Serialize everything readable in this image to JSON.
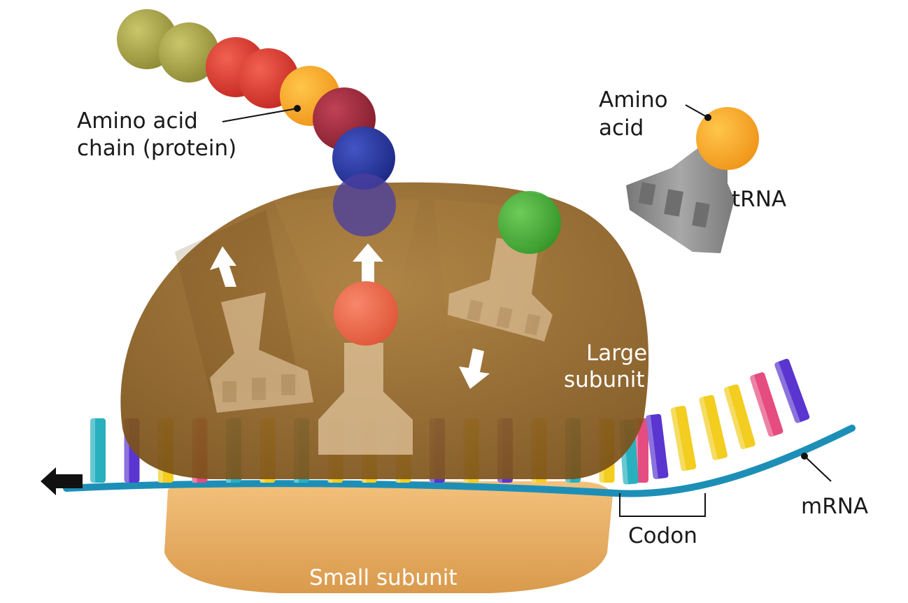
{
  "labels": {
    "amino_acid_chain_line1": "Amino acid",
    "amino_acid_chain_line2": "chain (protein)",
    "amino_acid_line1": "Amino",
    "amino_acid_line2": "acid",
    "trna": "tRNA",
    "large_subunit_line1": "Large",
    "large_subunit_line2": "subunit",
    "small_subunit": "Small subunit",
    "codon": "Codon",
    "mrna": "mRNA"
  },
  "colors": {
    "olive": "#a9a548",
    "red": "#e43b34",
    "orange": "#f7ad2a",
    "maroon": "#a3293f",
    "blue": "#2a39a4",
    "green": "#46b93c",
    "salmon": "#f0704d",
    "large_subunit": "#8f6123",
    "small_subunit": "#eab169",
    "mrna_strand": "#1d8fb7",
    "base_cyan": "#28b0bf",
    "base_purple": "#5a35d0",
    "base_yellow": "#f3cd1f",
    "base_pink": "#e54c80",
    "trna_gray": "#8f8f8f"
  },
  "nucleotide_colors": [
    "cyan",
    "purple",
    "yellow",
    "pink",
    "cyan",
    "yellow",
    "cyan",
    "yellow",
    "yellow",
    "yellow",
    "purple",
    "yellow",
    "purple",
    "yellow",
    "cyan",
    "yellow",
    "pink",
    "cyan",
    "purple",
    "yellow",
    "yellow",
    "yellow",
    "pink",
    "purple"
  ]
}
